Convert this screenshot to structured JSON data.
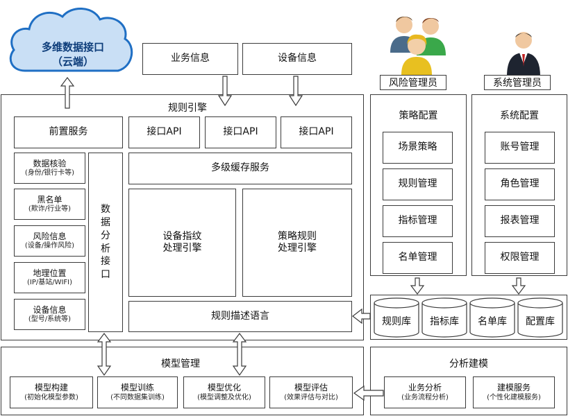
{
  "cloud": {
    "line1": "多维数据接口",
    "line2": "（云端）"
  },
  "top_inputs": {
    "biz_info": "业务信息",
    "device_info": "设备信息"
  },
  "roles": {
    "risk_admin": "风险管理员",
    "sys_admin": "系统管理员"
  },
  "rule_engine": {
    "title": "规则引擎",
    "pre_service": "前置服务",
    "api_labels": [
      "接口API",
      "接口API",
      "接口API"
    ],
    "data_checks": [
      {
        "title": "数据核验",
        "sub": "(身份/银行卡等)"
      },
      {
        "title": "黑名单",
        "sub": "(欺诈/行业等)"
      },
      {
        "title": "风险信息",
        "sub": "(设备/操作风险)"
      },
      {
        "title": "地理位置",
        "sub": "(IP/基站/WIFI)"
      },
      {
        "title": "设备信息",
        "sub": "(型号/系统等)"
      }
    ],
    "analysis_interface": [
      "数",
      "据",
      "分",
      "析",
      "接",
      "口"
    ],
    "cache_service": "多级缓存服务",
    "fingerprint_engine": [
      "设备指纹",
      "处理引擎"
    ],
    "strategy_engine": [
      "策略规则",
      "处理引擎"
    ],
    "rule_language": "规则描述语言"
  },
  "strategy_config": {
    "title": "策略配置",
    "items": [
      "场景策略",
      "规则管理",
      "指标管理",
      "名单管理"
    ]
  },
  "system_config": {
    "title": "系统配置",
    "items": [
      "账号管理",
      "角色管理",
      "报表管理",
      "权限管理"
    ]
  },
  "databases": [
    "规则库",
    "指标库",
    "名单库",
    "配置库"
  ],
  "model_mgmt": {
    "title": "模型管理",
    "items": [
      {
        "title": "模型构建",
        "sub": "(初始化模型参数)"
      },
      {
        "title": "模型训练",
        "sub": "(不同数据集训练)"
      },
      {
        "title": "模型优化",
        "sub": "(模型调整及优化)"
      },
      {
        "title": "模型评估",
        "sub": "(效果评估与对比)"
      }
    ]
  },
  "analysis_modeling": {
    "title": "分析建模",
    "items": [
      {
        "title": "业务分析",
        "sub": "(业务流程分析)"
      },
      {
        "title": "建模服务",
        "sub": "(个性化建模服务)"
      }
    ]
  },
  "colors": {
    "cloud_fill": "#c9dff5",
    "cloud_stroke": "#1f6fc4",
    "cloud_text": "#0d3d7a",
    "border": "#3a3a3a"
  }
}
